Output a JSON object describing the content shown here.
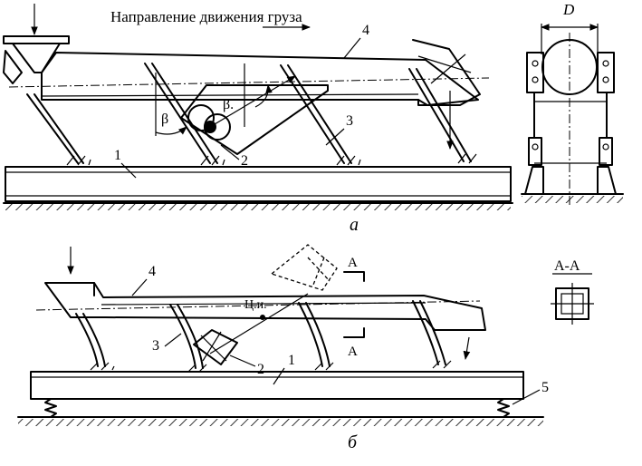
{
  "labels": {
    "direction": "Направление движения груза",
    "fig_a": "а",
    "fig_b": "б",
    "section": "А-А",
    "diameter": "D",
    "cut_a_top": "А",
    "cut_a_bottom": "А",
    "inertia_center": "Ц.и.",
    "beta_left": "β",
    "beta_right": "β.",
    "a_1": "1",
    "a_2": "2",
    "a_3": "3",
    "a_4": "4",
    "b_1": "1",
    "b_2": "2",
    "b_3": "3",
    "b_4": "4",
    "b_5": "5"
  }
}
